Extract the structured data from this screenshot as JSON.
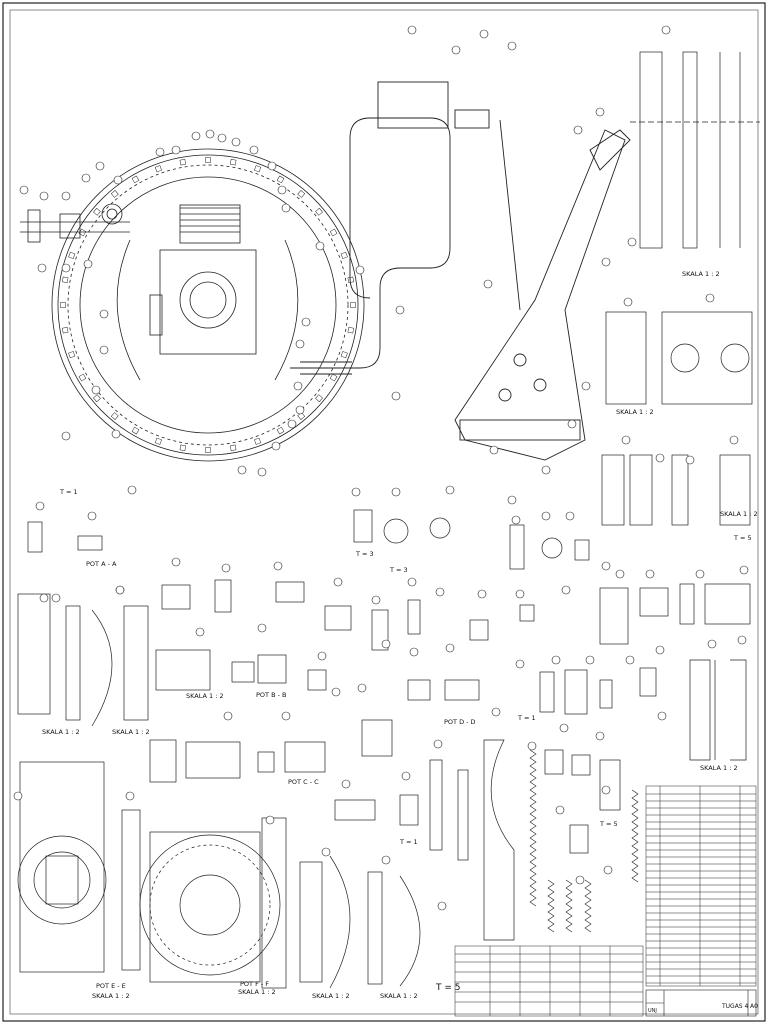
{
  "sheet": {
    "scale_labels": [
      "SKALA 1 : 2",
      "SKALA 1 : 2",
      "SKALA 1 : 2",
      "SKALA 1 : 2",
      "SKALA 1 : 2",
      "SKALA 1 : 2",
      "SKALA 1 : 2",
      "SKALA 1 : 2",
      "SKALA 1 : 2",
      "SKALA 1 : 2",
      "SKALA 1 : 2"
    ],
    "section_labels": {
      "a": "POT A - A",
      "b": "POT B - B",
      "c": "POT C - C",
      "d": "POT D - D",
      "e": "POT E - E",
      "f": "POT F - F"
    },
    "thickness_labels": {
      "t1a": "T = 1",
      "t3a": "T = 3",
      "t3b": "T = 3",
      "t5a": "T = 5",
      "t1b": "T = 1",
      "t1c": "T = 1",
      "t5b": "T = 5",
      "t5c": "T = 5"
    },
    "title_block": {
      "school": "UNJ",
      "title": "TUGAS 4",
      "size": "A0"
    }
  }
}
